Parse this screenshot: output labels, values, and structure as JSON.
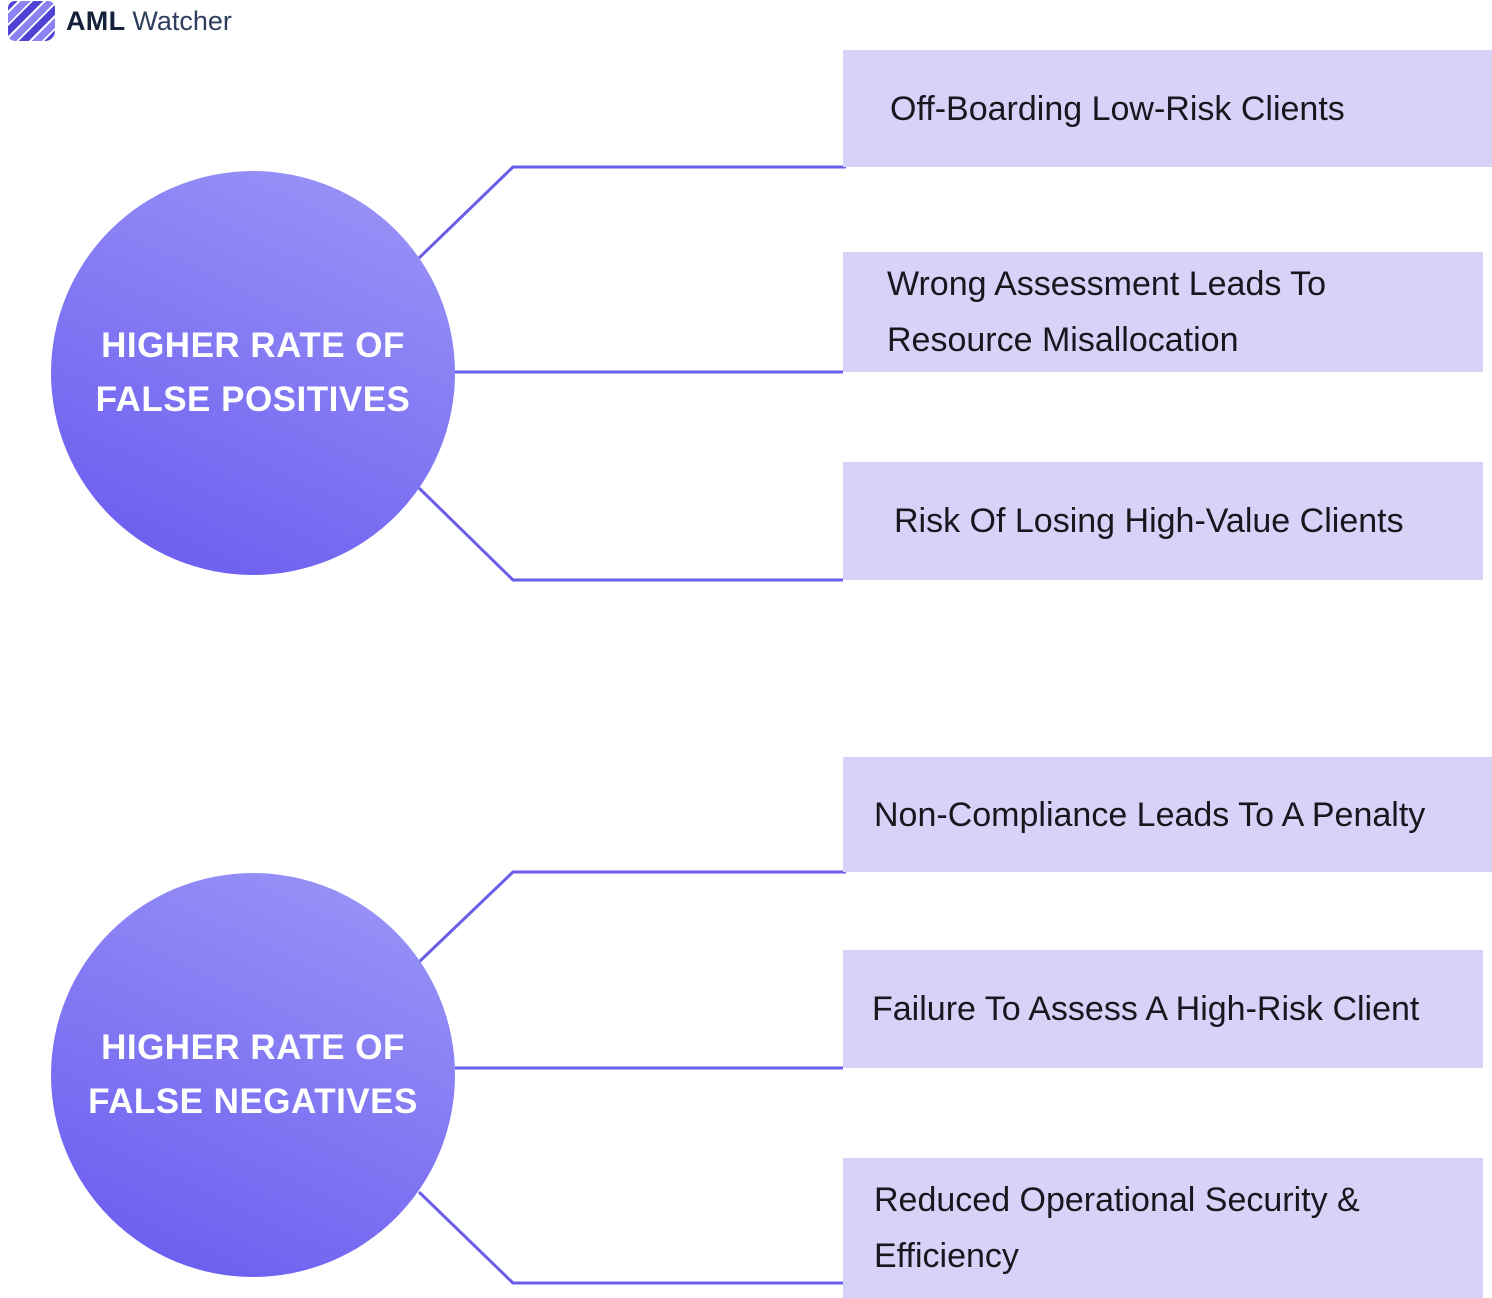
{
  "logo": {
    "brand_bold": "AML",
    "brand_regular": "Watcher"
  },
  "colors": {
    "hub_gradient_start": "#9a95f7",
    "hub_gradient_end": "#6a5bef",
    "leaf_background": "#d6d2f8",
    "connector_line": "#6a5ee9",
    "hub_text": "#ffffff",
    "leaf_text": "#17171e",
    "logo_text": "#152138"
  },
  "diagram": {
    "groups": [
      {
        "hub": {
          "line1": "HIGHER RATE OF",
          "line2": "FALSE POSITIVES"
        },
        "items": [
          {
            "lines": [
              "Off-Boarding Low-Risk Clients"
            ]
          },
          {
            "lines": [
              "Wrong Assessment Leads To",
              "Resource Misallocation"
            ]
          },
          {
            "lines": [
              "Risk Of Losing High-Value Clients"
            ]
          }
        ]
      },
      {
        "hub": {
          "line1": "HIGHER RATE OF",
          "line2": "FALSE NEGATIVES"
        },
        "items": [
          {
            "lines": [
              "Non-Compliance Leads To A Penalty"
            ]
          },
          {
            "lines": [
              "Failure To Assess A High-Risk Client"
            ]
          },
          {
            "lines": [
              "Reduced Operational Security &",
              "Efficiency"
            ]
          }
        ]
      }
    ]
  }
}
